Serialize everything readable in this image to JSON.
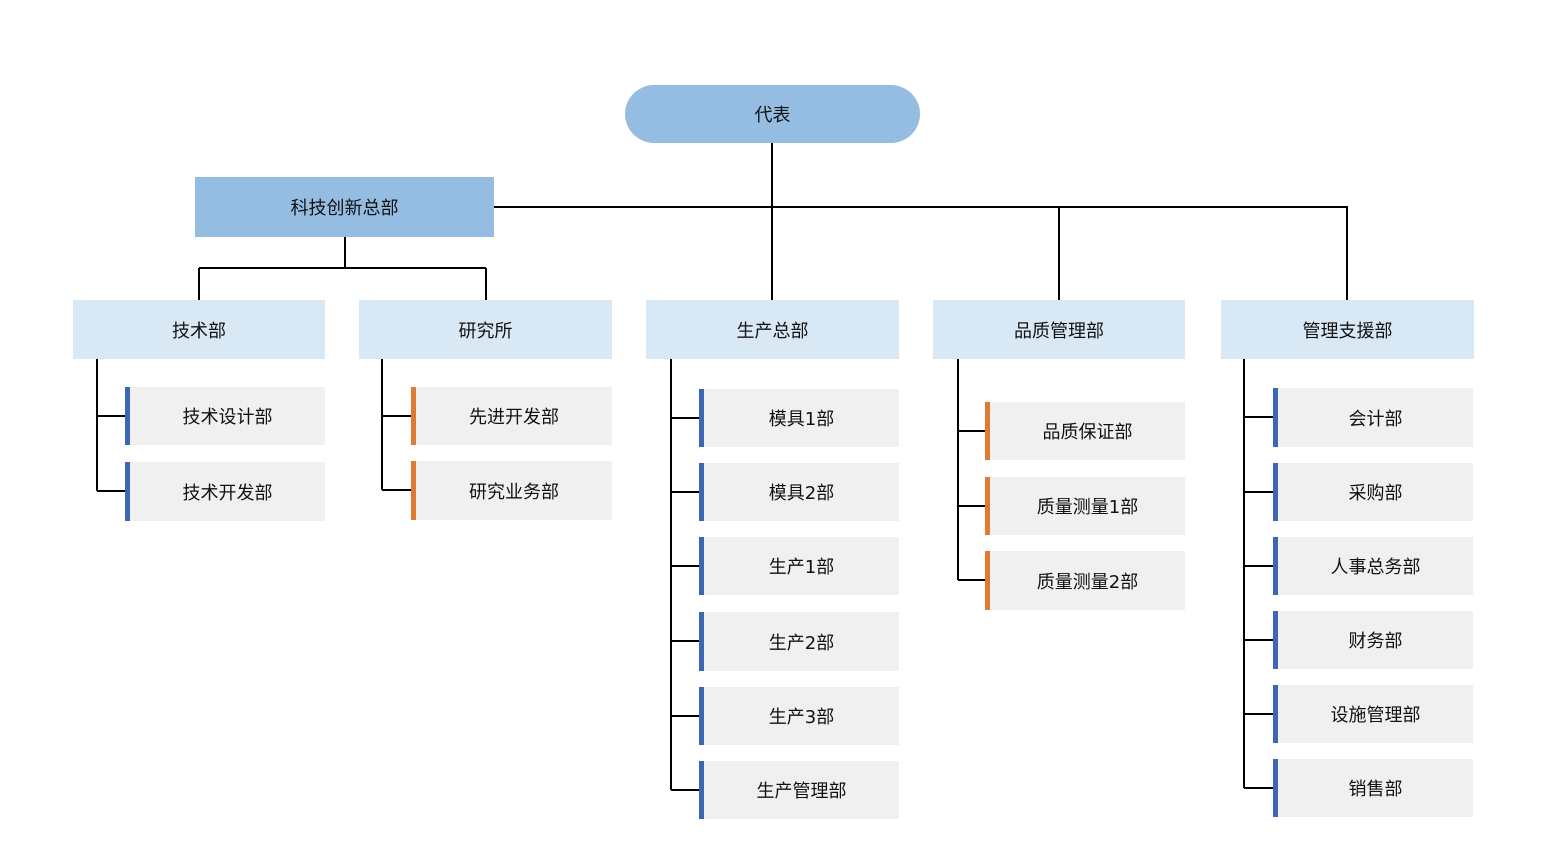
{
  "root": {
    "label": "代表"
  },
  "hq": {
    "label": "科技创新总部"
  },
  "departments": [
    {
      "label": "技术部",
      "subs": [
        "技术设计部",
        "技术开发部"
      ]
    },
    {
      "label": "研究所",
      "subs": [
        "先进开发部",
        "研究业务部"
      ]
    },
    {
      "label": "生产总部",
      "subs": [
        "模具1部",
        "模具2部",
        "生产1部",
        "生产2部",
        "生产3部",
        "生产管理部"
      ]
    },
    {
      "label": "品质管理部",
      "subs": [
        "品质保证部",
        "质量测量1部",
        "质量测量2部"
      ]
    },
    {
      "label": "管理支援部",
      "subs": [
        "会计部",
        "采购部",
        "人事总务部",
        "财务部",
        "设施管理部",
        "销售部"
      ]
    }
  ],
  "colors": {
    "top_level_fill": "#95bde1",
    "department_fill": "#d9e8f5",
    "sub_fill": "#f0f0f0",
    "accent_blue": "#3d66b5",
    "accent_orange": "#e07a33",
    "connector": "#000000"
  }
}
